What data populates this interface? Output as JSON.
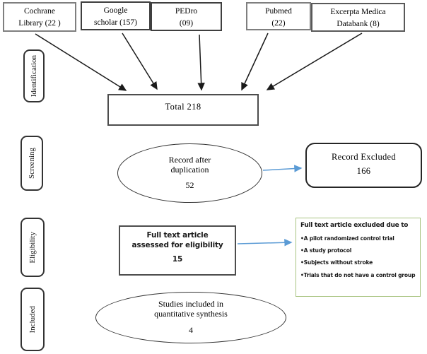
{
  "stages": {
    "identification": "Identification",
    "screening": "Screening",
    "eligibility": "Eligibility",
    "included": "Included"
  },
  "sources": [
    {
      "line1": "Cochrane",
      "line2": "Library (22 )"
    },
    {
      "line1": "Google",
      "line2": "scholar (157)"
    },
    {
      "line1": "PEDro",
      "line2": "(09)"
    },
    {
      "line1": "Pubmed",
      "line2": "(22)"
    },
    {
      "line1": "Excerpta Medica",
      "line2": "Databank (8)"
    }
  ],
  "total_box": {
    "label": "Total 218"
  },
  "duplication_ellipse": {
    "line1": "Record after",
    "line2": "duplication",
    "count": "52"
  },
  "record_excluded": {
    "title": "Record Excluded",
    "count": "166"
  },
  "fulltext_assessed": {
    "line1": "Full text article",
    "line2": "assessed for eligibility",
    "count": "15"
  },
  "fulltext_excluded": {
    "title": "Full text article excluded due to",
    "bullets": [
      "•A pilot randomized control trial",
      "•A study protocol",
      "•Subjects without stroke",
      "•Trials that do not have a control group"
    ]
  },
  "included_ellipse": {
    "line1": "Studies included in",
    "line2": "quantitative synthesis",
    "count": "4"
  },
  "colors": {
    "black_arrow": "#1a1a1a",
    "blue_arrow": "#5b9bd5",
    "green_border": "#a8c481"
  }
}
